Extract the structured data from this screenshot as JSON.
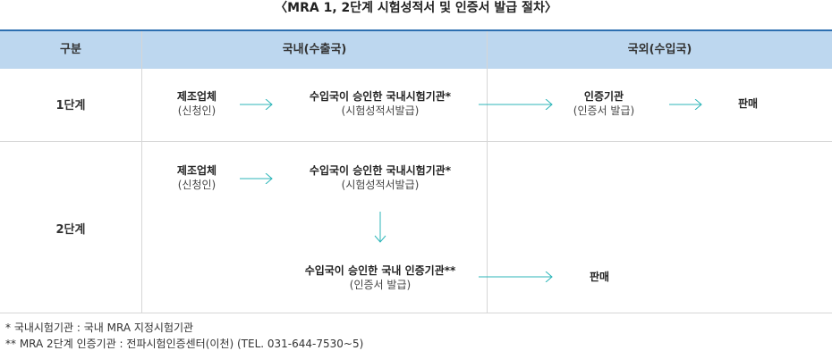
{
  "title": "〈MRA 1, 2단계 시험성적서 및 인증서 발급 절차〉",
  "header": {
    "col1": "구분",
    "col2": "국내(수출국)",
    "col3": "국외(수입국)"
  },
  "stage1": {
    "label": "1단계",
    "maker_title": "제조업체",
    "maker_sub": "(신청인)",
    "lab_title": "수입국이 승인한  국내시험기관*",
    "lab_sub": "(시험성적서발급)",
    "cert_title": "인증기관",
    "cert_sub": "(인증서 발급)",
    "sale": "판매"
  },
  "stage2": {
    "label": "2단계",
    "maker_title": "제조업체",
    "maker_sub": "(신청인)",
    "lab_title": "수입국이 승인한  국내시험기관*",
    "lab_sub": "(시험성적서발급)",
    "cert_title": "수입국이 승인한  국내 인증기관**",
    "cert_sub": "(인증서 발급)",
    "sale": "판매"
  },
  "footnotes": {
    "note1": "* 국내시험기관 : 국내 MRA 지정시험기관",
    "note2": "** MRA 2단계 인증기관 : 전파시험인증센터(이천) (TEL. 031-644-7530~5)"
  },
  "colors": {
    "accent": "#2d6fb0",
    "header_bg": "#bdd7ef",
    "arrow": "#2cb5b8"
  }
}
